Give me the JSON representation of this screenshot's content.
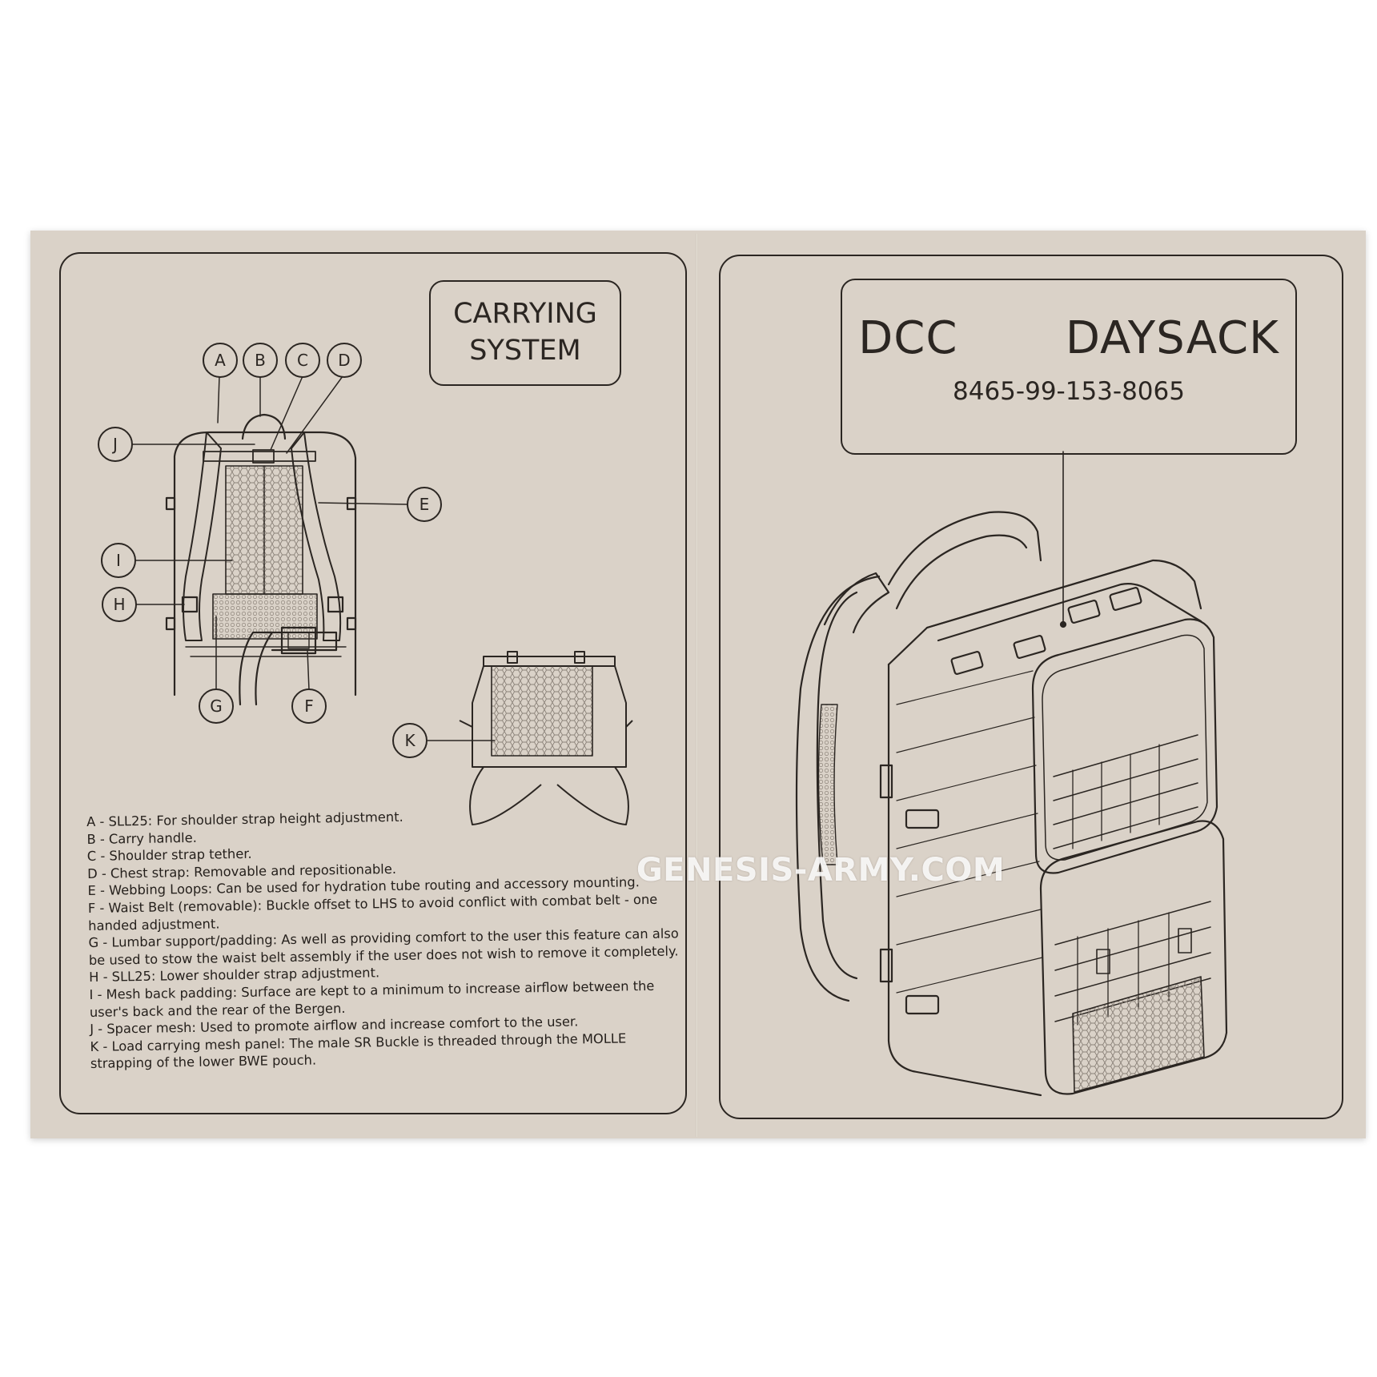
{
  "carrying_system": {
    "title_line1": "CARRYING",
    "title_line2": "SYSTEM",
    "callouts": [
      "A",
      "B",
      "C",
      "D",
      "E",
      "F",
      "G",
      "H",
      "I",
      "J",
      "K"
    ],
    "legend": [
      "A - SLL25: For shoulder strap height adjustment.",
      "B - Carry handle.",
      "C - Shoulder strap tether.",
      "D - Chest strap: Removable and repositionable.",
      "E - Webbing Loops: Can be used for hydration tube routing and accessory mounting.",
      "F - Waist Belt (removable): Buckle offset to LHS to avoid conflict with combat belt - one handed adjustment.",
      "G - Lumbar support/padding: As well as providing comfort to the user this feature can also be used to stow the waist belt assembly if the user does not wish to remove it completely.",
      "H - SLL25: Lower shoulder strap adjustment.",
      "I - Mesh back padding: Surface are kept to a minimum to increase airflow between the user's back and the rear of the Bergen.",
      "J - Spacer mesh: Used to promote airflow and increase comfort to the user.",
      "K - Load carrying mesh panel: The male SR Buckle is threaded through the MOLLE strapping of the lower BWE pouch."
    ]
  },
  "product": {
    "title": "DCC   DAYSACK",
    "nsn": "8465-99-153-8065"
  },
  "watermark": "GENESIS-ARMY.COM",
  "colors": {
    "paper": "#dad2c8",
    "ink": "#2b2622",
    "background": "#ffffff"
  }
}
